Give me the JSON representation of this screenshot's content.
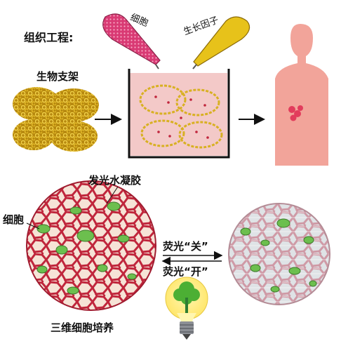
{
  "title": "组织工程:",
  "labels": {
    "cells_tube": "细胞",
    "growth_factor": "生长因子",
    "scaffold": "生物支架",
    "hydrogel": "发光水凝胶",
    "cells": "细胞",
    "fluorescence_off": "荧光“关”",
    "fluorescence_on": "荧光“开”",
    "culture": "三维细胞培养"
  },
  "colors": {
    "scaffold": "#d8b022",
    "gel_red": "#c0263c",
    "gel_pink": "#d9aab4",
    "cell_green": "#6cbf4e",
    "body_pink": "#f2a49a",
    "tube_pink": "#d93a74",
    "tube_yellow": "#e7c21a",
    "beaker_fill": "#f3c9c8"
  },
  "icons": [
    "arrow-right-icon",
    "double-arrow-icon",
    "light-bulb-icon",
    "human-body-icon"
  ]
}
